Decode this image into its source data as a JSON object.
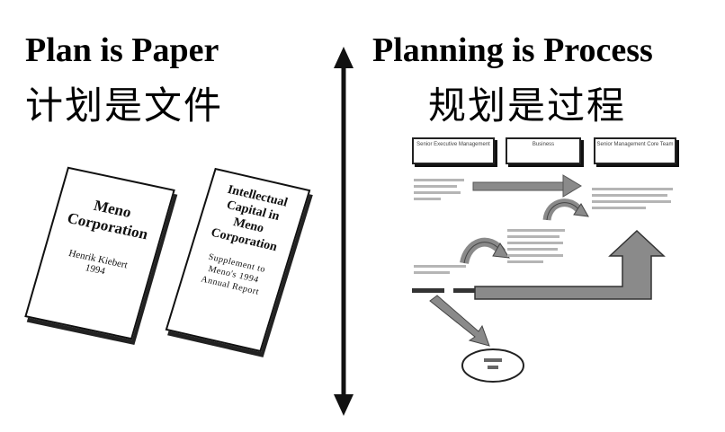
{
  "left": {
    "title_en": "Plan is Paper",
    "title_zh": "计划是文件",
    "doc1": {
      "title": "Meno Corporation",
      "sub": "Henrik Kiebert 1994"
    },
    "doc2": {
      "title": "Intellectual Capital in Meno Corporation",
      "sub": "Supplement to Meno's 1994 Annual Report"
    }
  },
  "right": {
    "title_en": "Planning is Process",
    "title_zh": "规划是过程",
    "boxes": [
      "Senior Executive Management",
      "Business",
      "Senior Management Core Team"
    ]
  },
  "colors": {
    "ink": "#111111",
    "arrow_fill": "#8a8a8a",
    "background": "#ffffff"
  }
}
